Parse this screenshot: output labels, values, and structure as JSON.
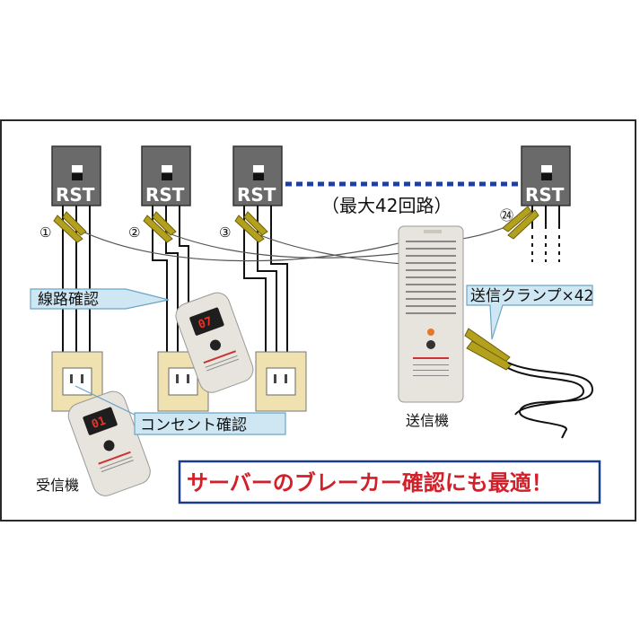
{
  "panels": [
    {
      "label": "RST",
      "number": "①"
    },
    {
      "label": "RST",
      "number": "②"
    },
    {
      "label": "RST",
      "number": "③"
    },
    {
      "label": "RST",
      "number": "㉔"
    }
  ],
  "range_label": "（最大42回路）",
  "callouts": {
    "line_check": "線路確認",
    "outlet_check": "コンセント確認",
    "send_clamp": "送信クランプ×42"
  },
  "labels": {
    "receiver": "受信機",
    "transmitter": "送信機"
  },
  "receiver_displays": [
    "07",
    "01"
  ],
  "banner": "サーバーのブレーカー確認にも最適！",
  "colors": {
    "panel": "#6a6a6a",
    "clamp": "#b3a11e",
    "outlet_plate": "#efe2b0",
    "callout_fill": "#cfe6f3",
    "banner_text": "#d2202a",
    "banner_border": "#1a3a8a",
    "dotted_line": "#1f3f9f",
    "lcd_digits": "#e8342b"
  }
}
